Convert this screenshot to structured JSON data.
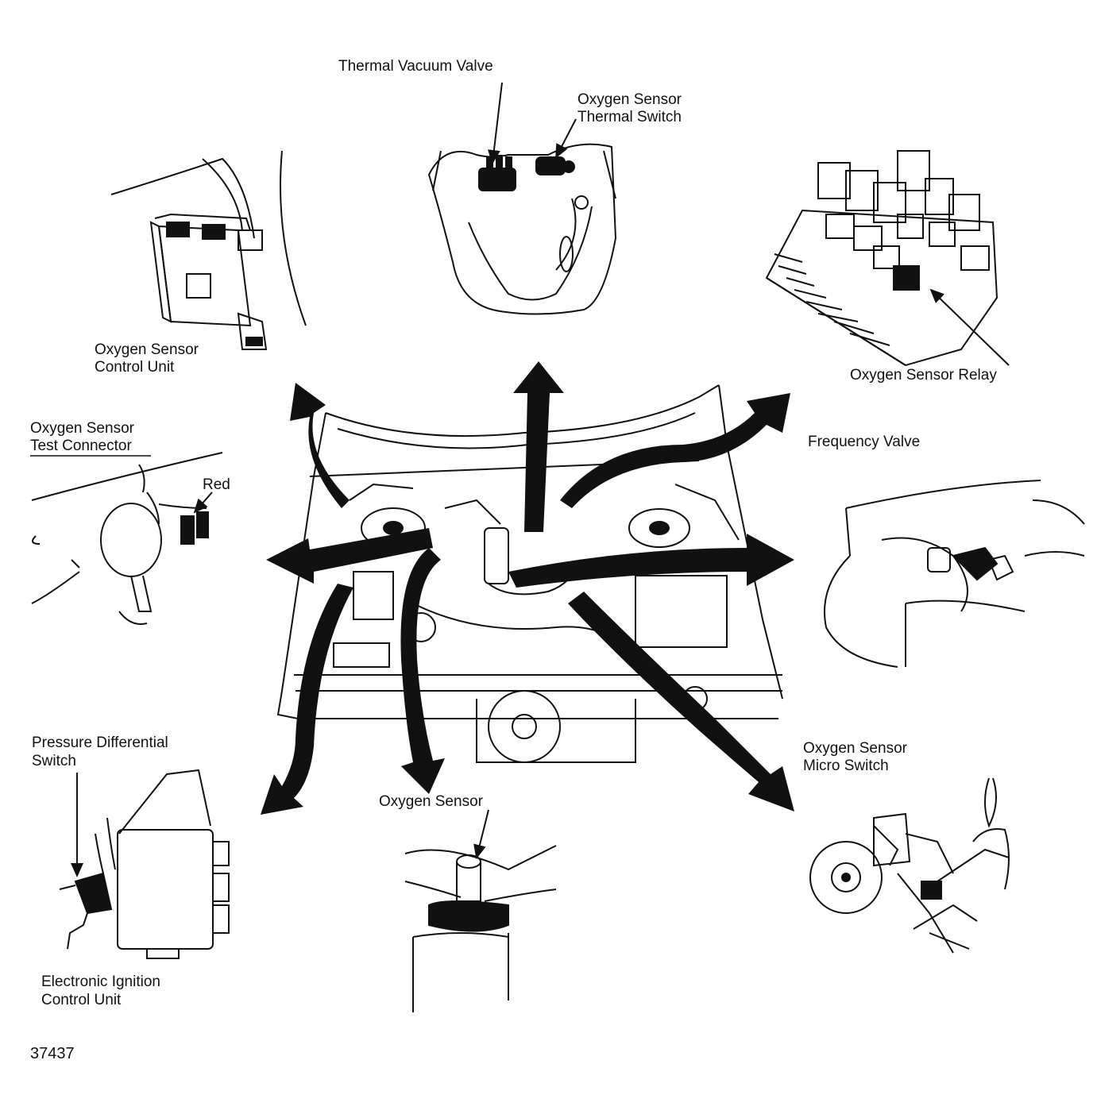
{
  "labels": {
    "thermal_vacuum_valve": "Thermal Vacuum Valve",
    "oxygen_sensor_thermal_switch_1": "Oxygen Sensor",
    "oxygen_sensor_thermal_switch_2": "Thermal Switch",
    "oxygen_sensor_control_unit_1": "Oxygen Sensor",
    "oxygen_sensor_control_unit_2": "Control Unit",
    "oxygen_sensor_relay": "Oxygen Sensor Relay",
    "oxygen_sensor_test_connector_1": "Oxygen Sensor",
    "oxygen_sensor_test_connector_2": "Test Connector",
    "red": "Red",
    "frequency_valve": "Frequency Valve",
    "pressure_differential_switch_1": "Pressure Differential",
    "pressure_differential_switch_2": "Switch",
    "oxygen_sensor": "Oxygen Sensor",
    "oxygen_sensor_micro_switch_1": "Oxygen Sensor",
    "oxygen_sensor_micro_switch_2": "Micro Switch",
    "electronic_ignition_control_unit_1": "Electronic Ignition",
    "electronic_ignition_control_unit_2": "Control Unit"
  },
  "figure_number": "37437",
  "colors": {
    "ink": "#111111",
    "paper": "#ffffff"
  }
}
